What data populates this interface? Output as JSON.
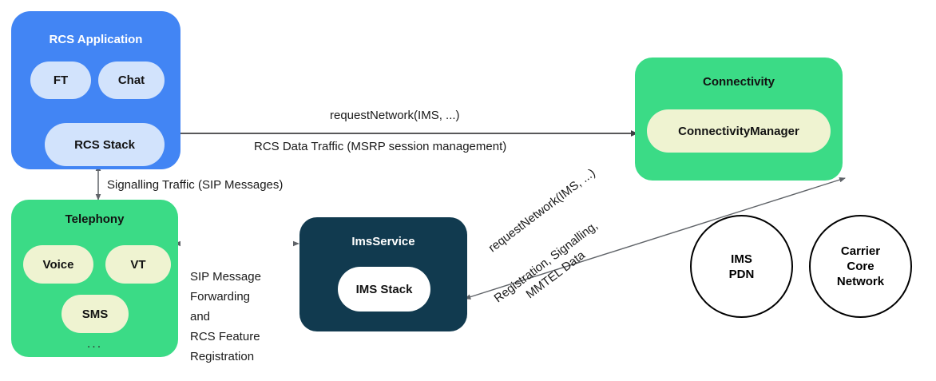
{
  "diagram": {
    "title": "RCS / IMS Android architecture block diagram",
    "colors": {
      "rcs_application": "#4285F4",
      "rcs_inner_pill": "#D2E3FC",
      "telephony": "#3BDB86",
      "connectivity": "#3BDB86",
      "green_inner_pill": "#EFF3D1",
      "ims_service": "#113A4F",
      "ims_stack_pill": "#FFFFFF",
      "circle_stroke": "#000000",
      "arrow": "#3C4043",
      "text_dark": "#1A1A1A",
      "text_light": "#FFFFFF"
    }
  },
  "blocks": {
    "rcs_application": {
      "title": "RCS Application",
      "children": [
        {
          "label": "FT"
        },
        {
          "label": "Chat"
        },
        {
          "label": "RCS Stack"
        }
      ]
    },
    "telephony": {
      "title": "Telephony",
      "children": [
        {
          "label": "Voice"
        },
        {
          "label": "VT"
        },
        {
          "label": "SMS"
        }
      ],
      "ellipsis": "..."
    },
    "ims_service": {
      "title": "ImsService",
      "children": [
        {
          "label": "IMS Stack"
        }
      ]
    },
    "connectivity": {
      "title": "Connectivity",
      "children": [
        {
          "label": "ConnectivityManager"
        }
      ]
    }
  },
  "circles": [
    {
      "label": "IMS\nPDN"
    },
    {
      "label": "Carrier\nCore\nNetwork"
    }
  ],
  "edges": {
    "rcs_stack_to_connectivity": {
      "label_above": "requestNetwork(IMS, ...)",
      "label_below": "RCS Data Traffic (MSRP session management)",
      "arrow_style": "double-headed-horizontal"
    },
    "rcs_stack_to_telephony": {
      "label": "Signalling Traffic (SIP Messages)",
      "arrow_style": "double-headed-vertical"
    },
    "telephony_to_ims_service": {
      "label": "SIP Message\nForwarding\nand\nRCS Feature\nRegistration",
      "arrow_style": "double-headed-horizontal-short"
    },
    "ims_service_to_connectivity": {
      "label_above": "requestNetwork(IMS, ...)",
      "label_below": "Registration, Signalling,\nMMTEL Data",
      "arrow_style": "double-headed-diagonal"
    }
  }
}
